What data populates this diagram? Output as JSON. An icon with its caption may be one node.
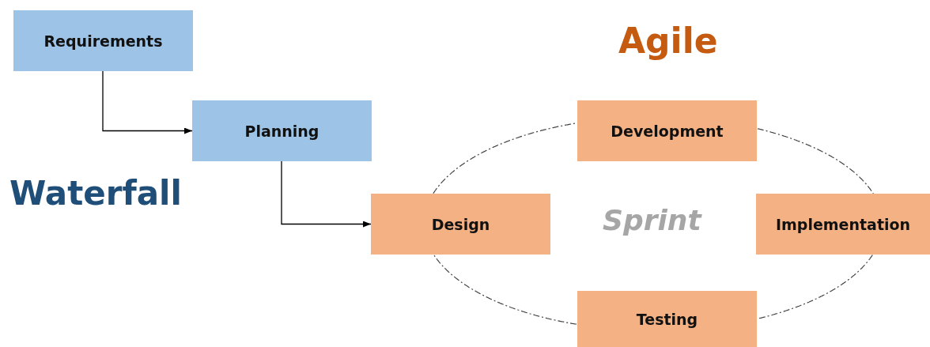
{
  "diagram": {
    "nodes": [
      {
        "text": [
          "Requirements"
        ]
      },
      {
        "text": [
          "Planning"
        ]
      },
      {
        "text": [
          "Design"
        ]
      },
      {
        "text": [
          "Development"
        ]
      },
      {
        "text": [
          "Implementation"
        ]
      },
      {
        "text": [
          "Testing"
        ]
      }
    ],
    "edges": [
      {
        "from": 0,
        "to": 1,
        "arrow": "to"
      },
      {
        "from": 1,
        "to": 2,
        "arrow": "to"
      },
      {
        "from": 2,
        "to": 3,
        "arrow": "none",
        "style": "dashed"
      },
      {
        "from": 3,
        "to": 4,
        "arrow": "none",
        "style": "dashed"
      },
      {
        "from": 4,
        "to": 5,
        "arrow": "none",
        "style": "dashed"
      },
      {
        "from": 5,
        "to": 2,
        "arrow": "none",
        "style": "dashed"
      }
    ],
    "labels": [
      "Agile",
      "Waterfall",
      "Sprint"
    ]
  }
}
